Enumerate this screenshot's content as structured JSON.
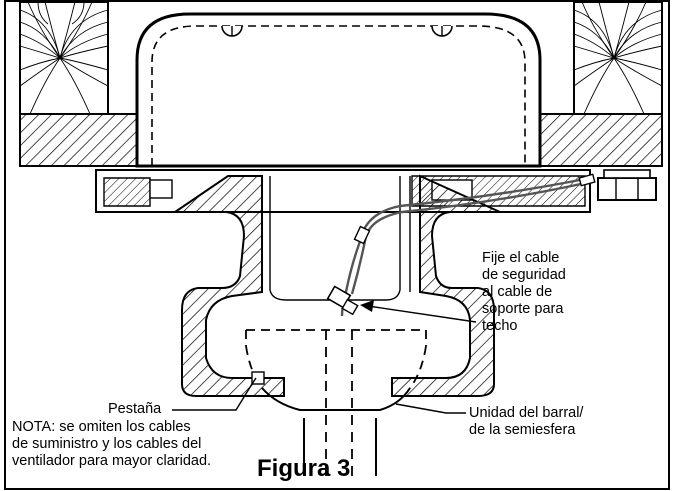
{
  "figure": {
    "title": "Figura 3"
  },
  "callouts": {
    "safety_cable": [
      "Fije el cable",
      "de seguridad",
      "al cable de",
      "soporte para",
      "techo"
    ],
    "tab": "Pestaña",
    "note": [
      "NOTA: se omiten los cables",
      "de suministro y los cables del",
      "ventilador para mayor claridad."
    ],
    "rod_unit": [
      "Unidad del barral/",
      "de la semiesfera"
    ]
  },
  "colors": {
    "ink": "#000000",
    "paper": "#ffffff",
    "cable": "#555555"
  }
}
